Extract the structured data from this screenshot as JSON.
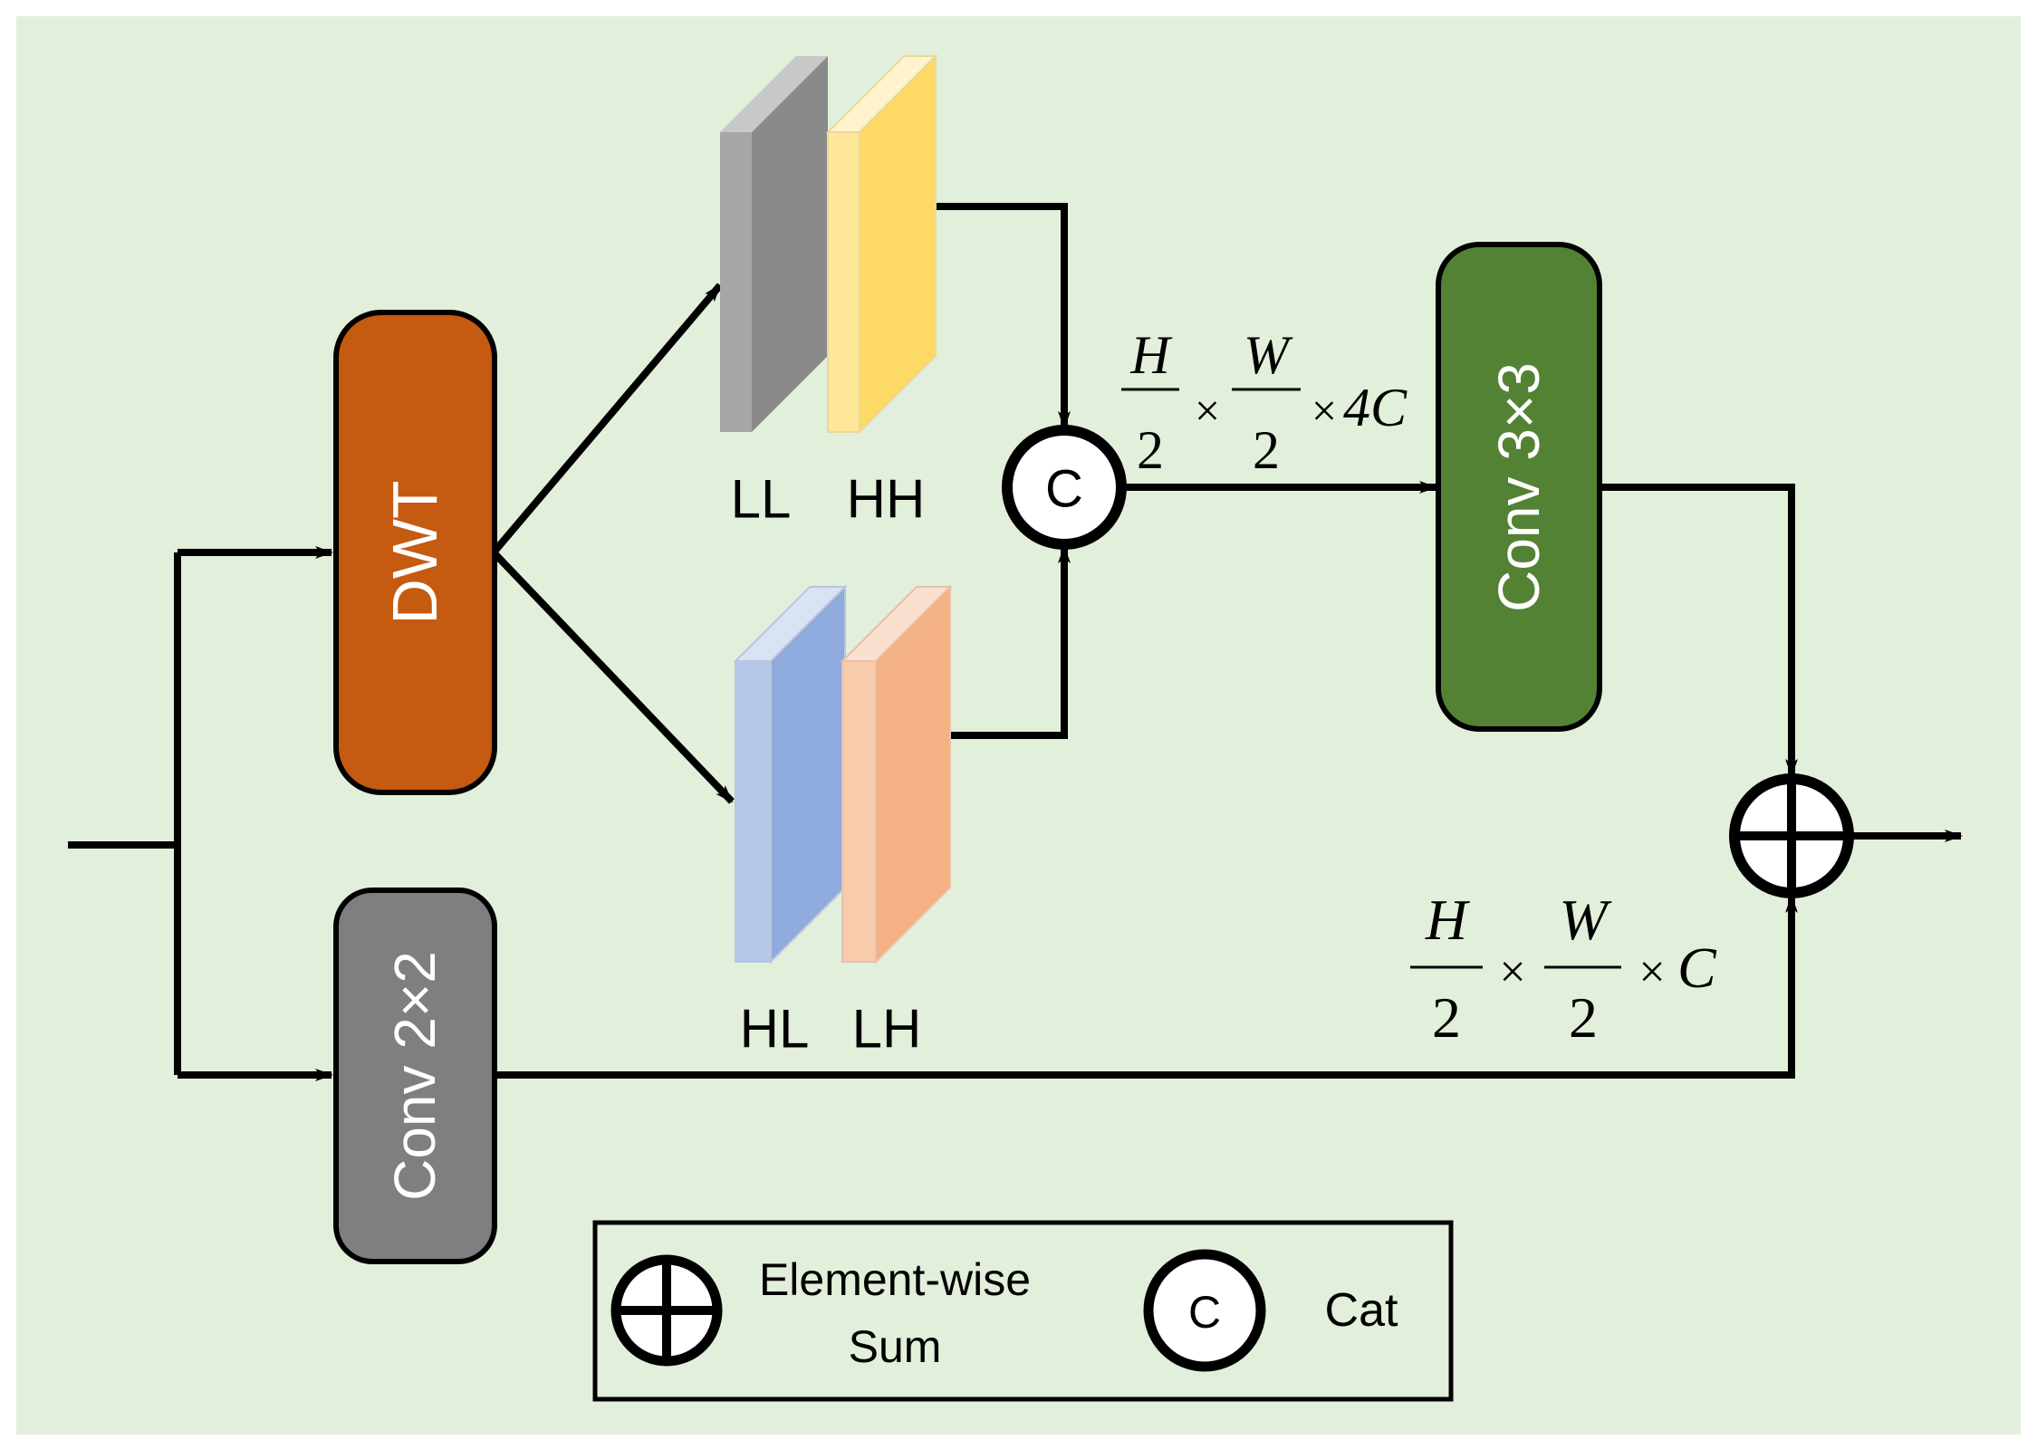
{
  "blocks": {
    "dwt": "DWT",
    "conv2": "Conv 2×2",
    "conv3": "Conv 3×3"
  },
  "subbands": {
    "ll": "LL",
    "hh": "HH",
    "hl": "HL",
    "lh": "LH"
  },
  "concat_symbol": "C",
  "formula_top": {
    "h_num": "H",
    "w_num": "W",
    "den": "2",
    "times": "×",
    "channels": "4C"
  },
  "formula_bottom": {
    "h_num": "H",
    "w_num": "W",
    "den": "2",
    "times": "×",
    "channels": "C"
  },
  "legend": {
    "sum_label_line1": "Element-wise",
    "sum_label_line2": "Sum",
    "cat_symbol": "C",
    "cat_label": "Cat"
  },
  "colors": {
    "background": "#e2efda",
    "dwt": "#c55a11",
    "conv2": "#7f7f7f",
    "conv3": "#548235",
    "ll_front": "#a6a6a6",
    "ll_side": "#8a8a8a",
    "hh_front": "#ffe699",
    "hh_side": "#ffd966",
    "hl_front": "#b4c7e7",
    "hl_side": "#8faadc",
    "lh_front": "#f8cbad",
    "lh_side": "#f4b183"
  }
}
